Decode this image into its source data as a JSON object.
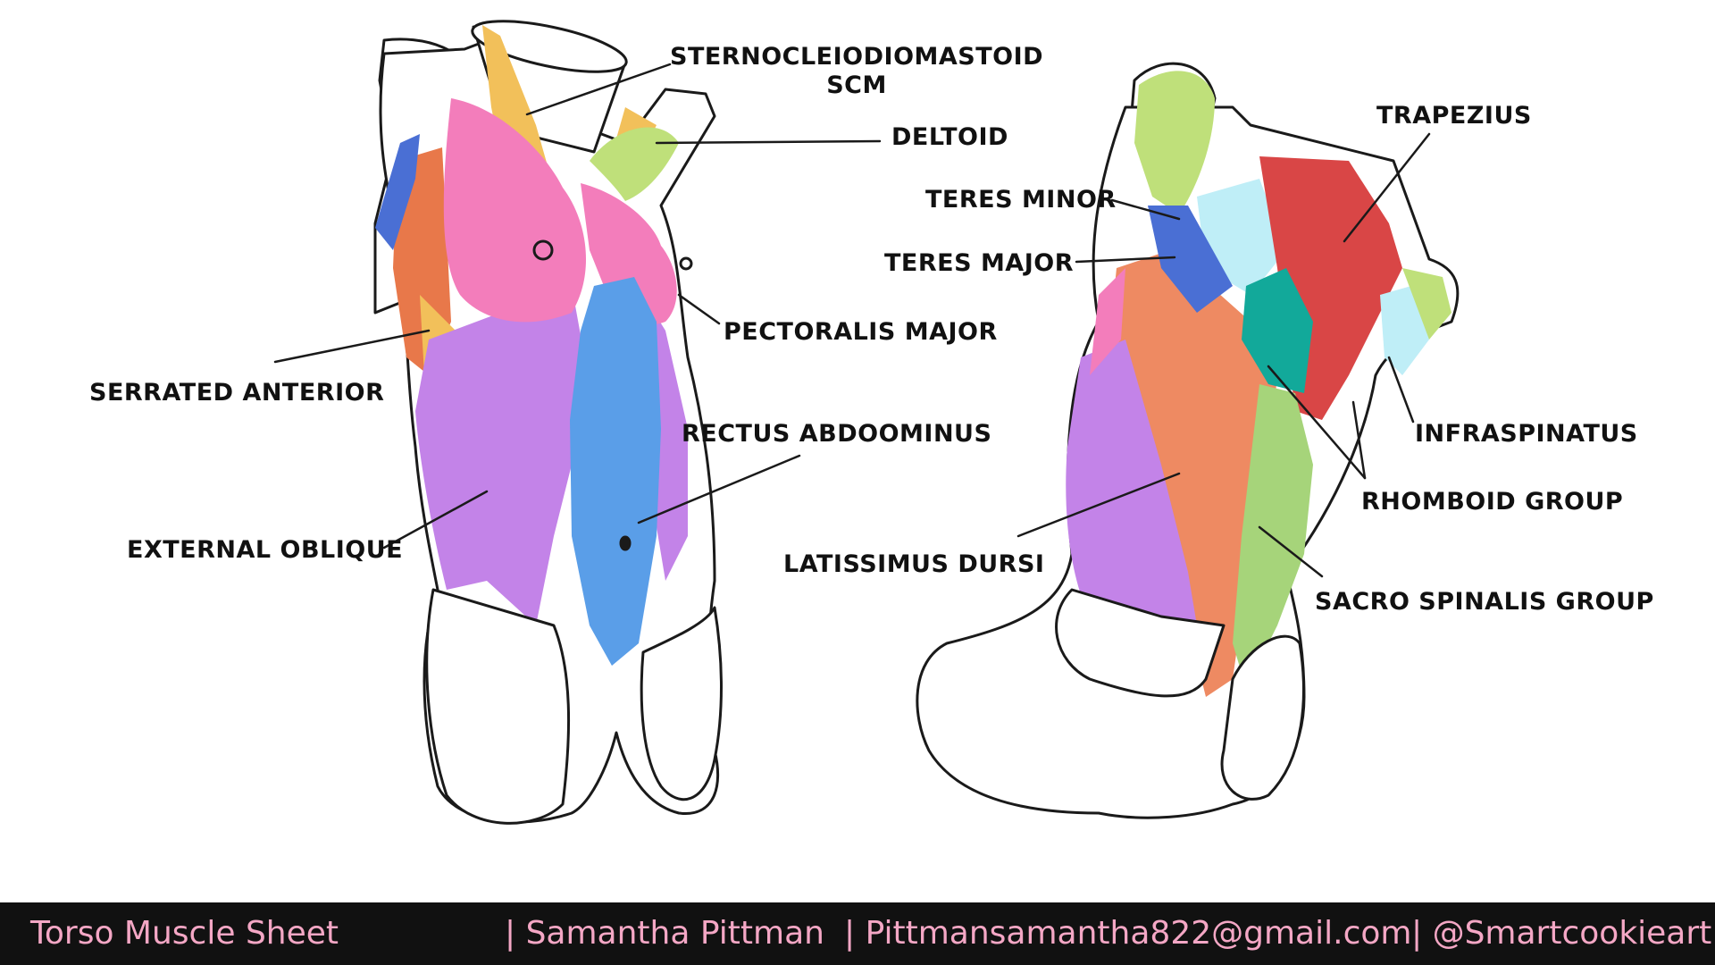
{
  "labels": {
    "scm_line1": "STERNOCLEIODIOMASTOID",
    "scm_line2": "SCM",
    "deltoid": "DELTOID",
    "pectoralis_major": "PECTORALIS MAJOR",
    "serrated_anterior": "SERRATED ANTERIOR",
    "rectus_abdominus": "RECTUS ABDOOMINUS",
    "external_oblique": "EXTERNAL OBLIQUE",
    "trapezius": "TRAPEZIUS",
    "teres_minor": "TERES MINOR",
    "teres_major": "TERES MAJOR",
    "infraspinatus": "INFRASPINATUS",
    "rhomboid_group": "RHOMBOID GROUP",
    "latissimus_dorsi": "LATISSIMUS DURSI",
    "sacro_spinalis_group": "SACRO SPINALIS GROUP"
  },
  "footer": {
    "title": "Torso Muscle Sheet",
    "author": "| Samantha Pittman",
    "email": "| Pittmansamantha822@gmail.com",
    "handle": "| @Smartcookieart"
  },
  "colors": {
    "pectoralis": "#f37dbb",
    "oblique": "#c383e8",
    "rectus": "#5a9ee8",
    "serratus": "#e8784a",
    "scm": "#f2c05a",
    "deltoid": "#bfe07a",
    "latissimus": "#ee8a62",
    "trapezius": "#d94646",
    "teres_major": "#4a6fd4",
    "teres_minor": "#bfeef7",
    "rhomboid": "#12a99a",
    "sacrospinalis": "#a6d47a",
    "footer_bg": "#111111",
    "footer_text": "#f4a7c5"
  }
}
